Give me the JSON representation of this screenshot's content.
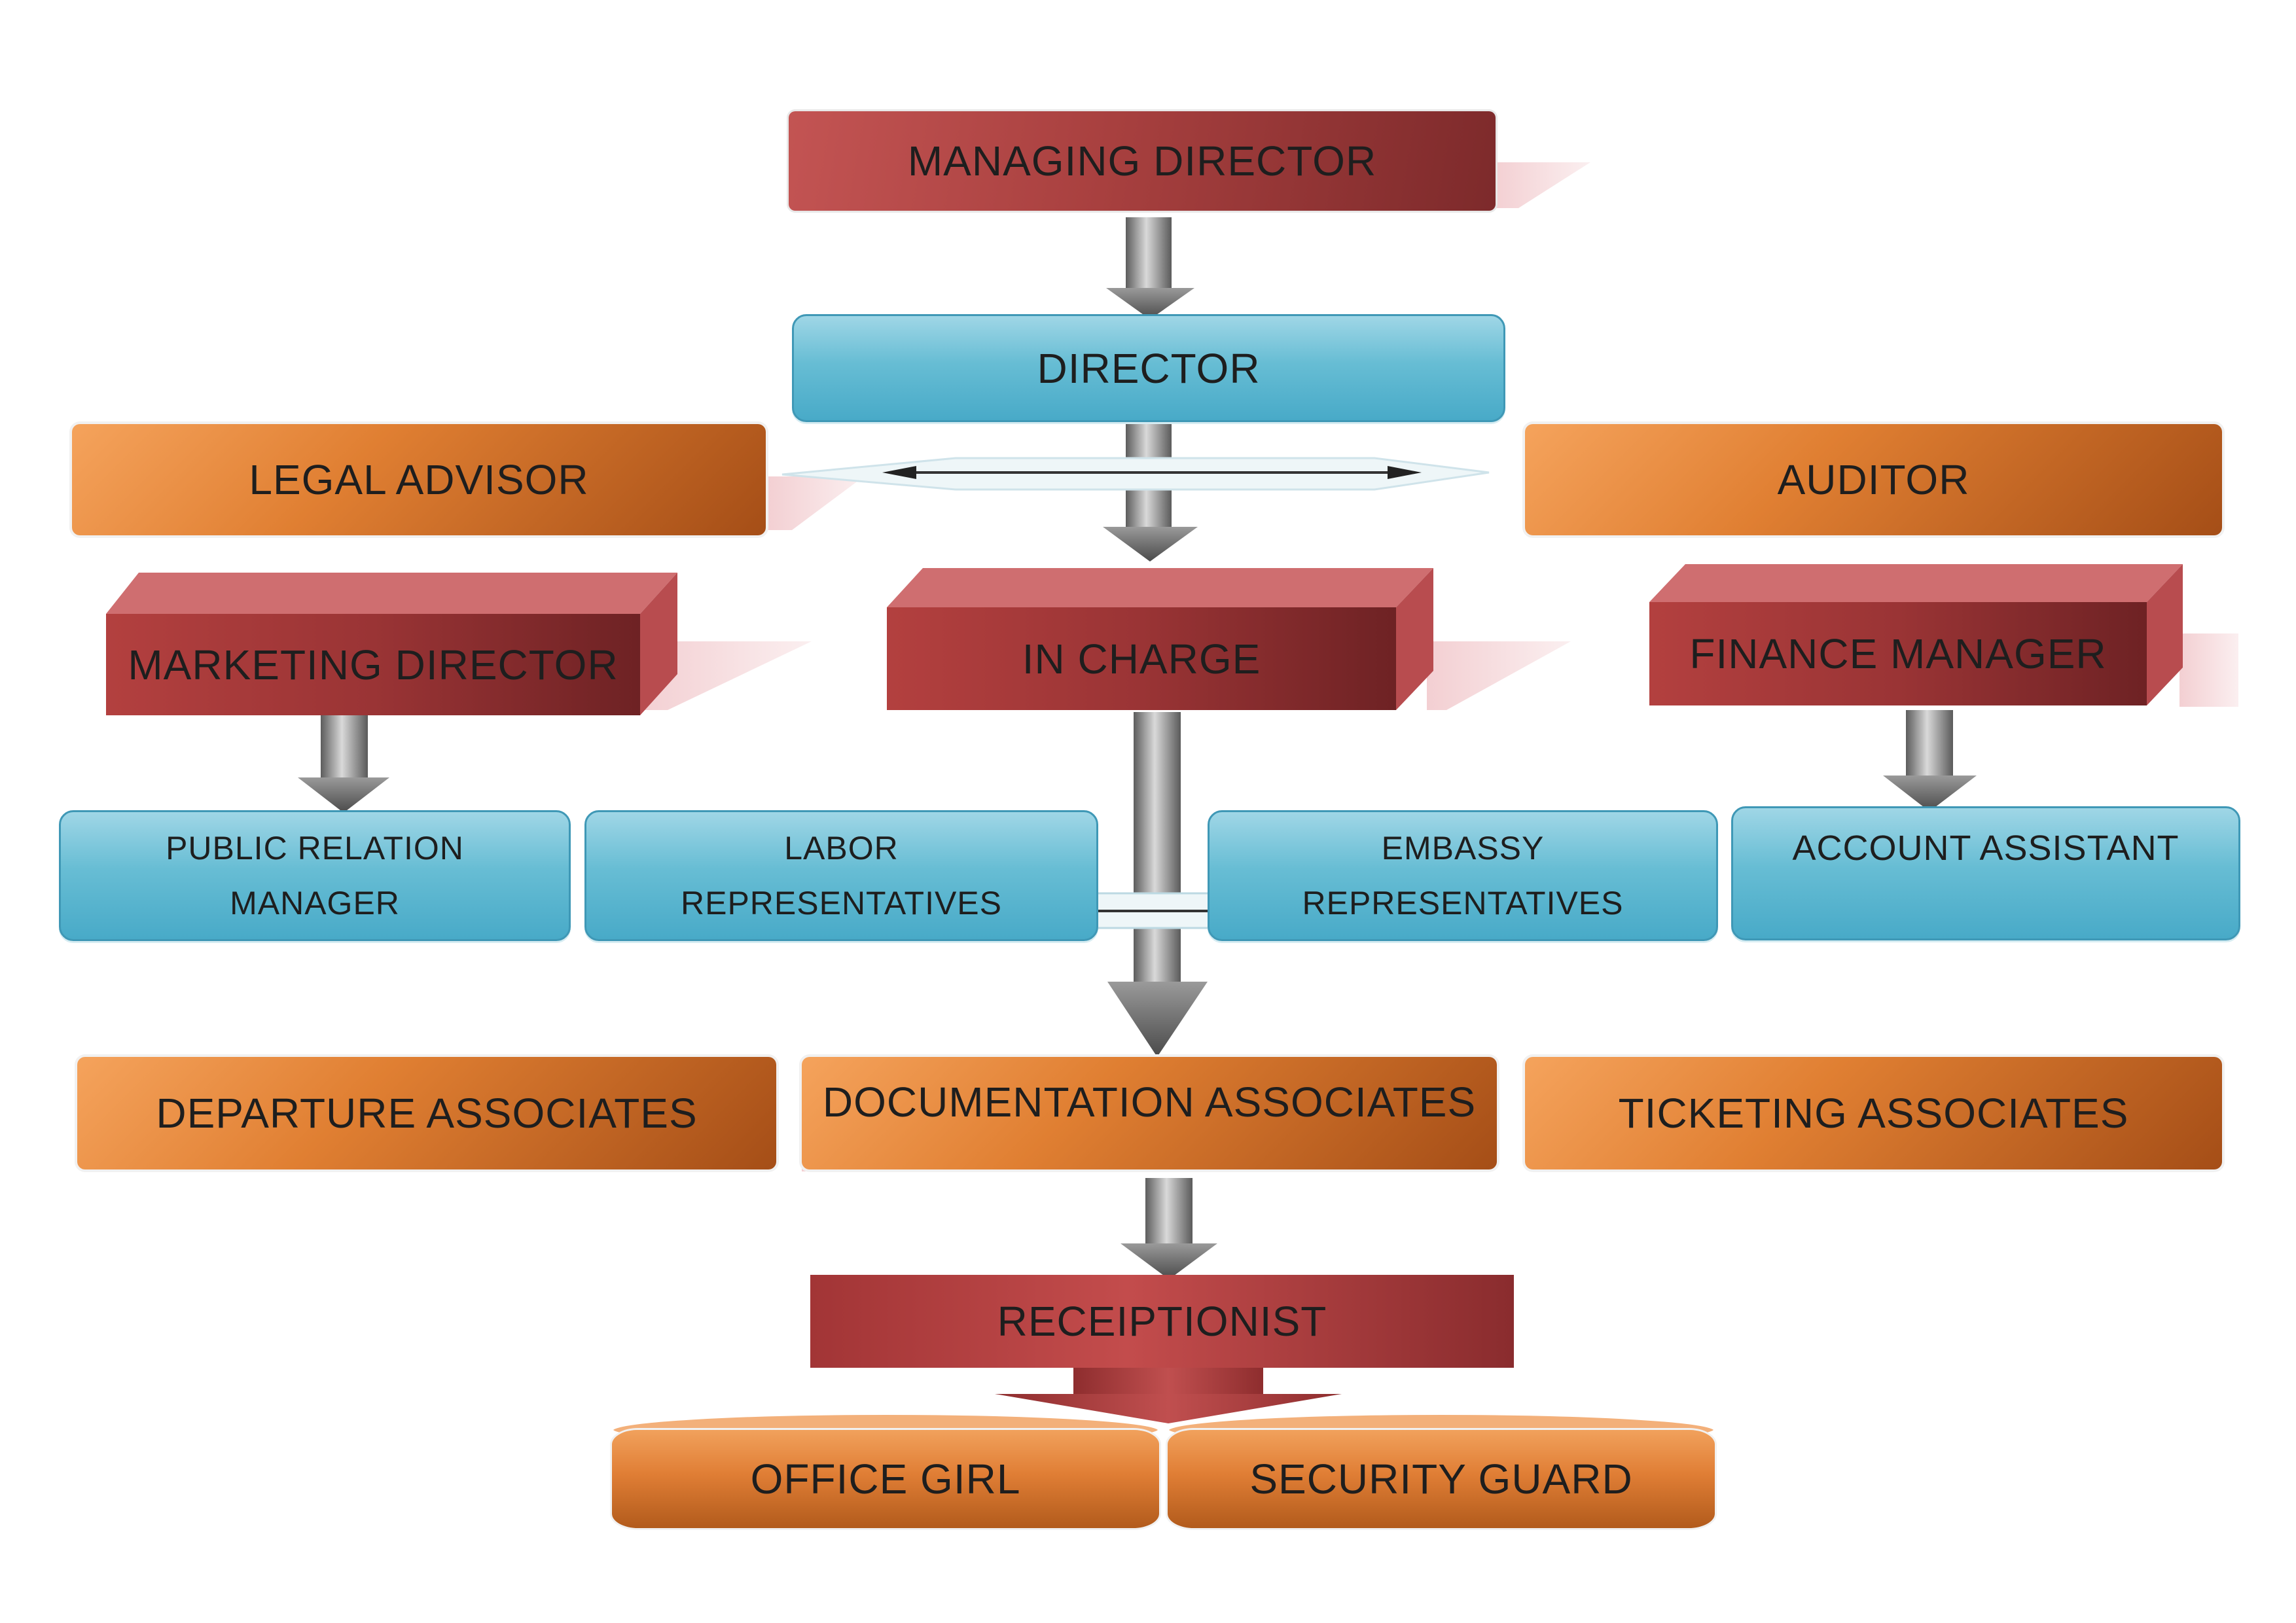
{
  "nodes": {
    "managing_director": "MANAGING DIRECTOR",
    "director": "DIRECTOR",
    "legal_advisor": "LEGAL ADVISOR",
    "auditor": "AUDITOR",
    "marketing_director": "MARKETING DIRECTOR",
    "in_charge": "IN CHARGE",
    "finance_manager": "FINANCE MANAGER",
    "public_relation_manager": [
      "PUBLIC RELATION",
      "MANAGER"
    ],
    "labor_representatives": [
      "LABOR",
      "REPRESENTATIVES"
    ],
    "embassy_representatives": [
      "EMBASSY",
      "REPRESENTATIVES"
    ],
    "account_assistant": "ACCOUNT ASSISTANT",
    "departure_associates": "DEPARTURE ASSOCIATES",
    "documentation_associates": "DOCUMENTATION ASSOCIATES",
    "ticketing_associates": "TICKETING ASSOCIATES",
    "receiptionist": "RECEIPTIONIST",
    "office_girl": "OFFICE GIRL",
    "security_guard": "SECURITY GUARD"
  },
  "colors": {
    "red": "#a8403f",
    "blue": "#67bdd4",
    "orange": "#e07f32",
    "arrow_gray": "#808080"
  }
}
